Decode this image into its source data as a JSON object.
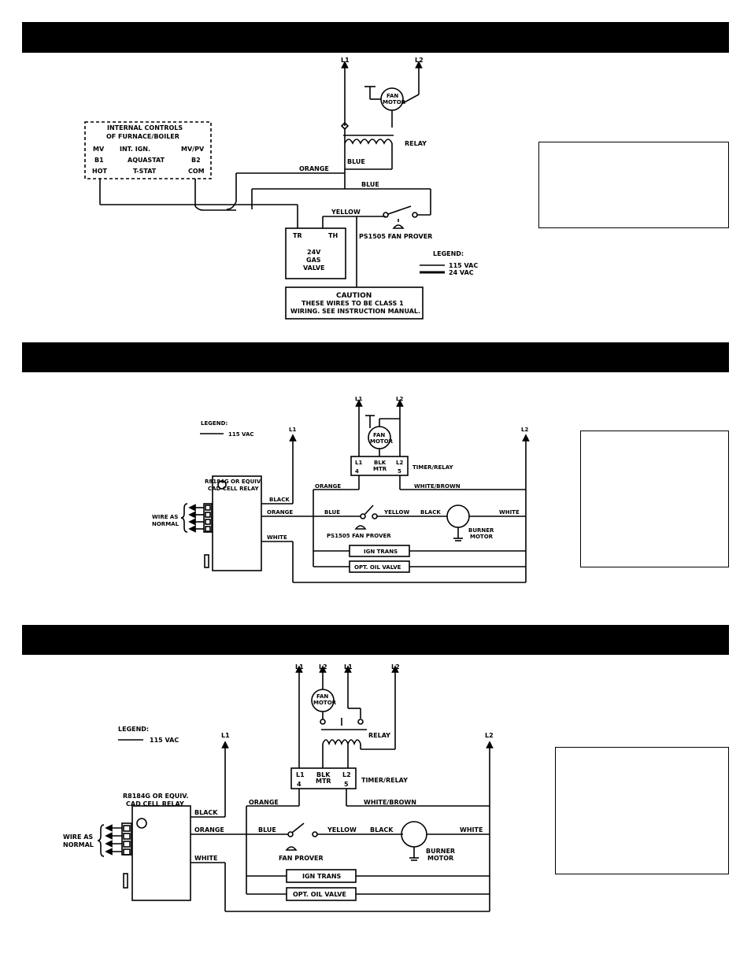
{
  "d1": {
    "l1": "L1",
    "l2": "L2",
    "fan": [
      "FAN",
      "MOTOR"
    ],
    "relay": "RELAY",
    "internal": [
      "INTERNAL CONTROLS",
      "OF FURNACE/BOILER",
      "MV",
      "INT. IGN.",
      "MV/PV",
      "B1",
      "AQUASTAT",
      "B2",
      "HOT",
      "T-STAT",
      "COM"
    ],
    "orange": "ORANGE",
    "blue1": "BLUE",
    "blue2": "BLUE",
    "yellow": "YELLOW",
    "valve": [
      "TR",
      "TH",
      "24V",
      "GAS",
      "VALVE"
    ],
    "prover": "PS1505 FAN PROVER",
    "legend": [
      "LEGEND:",
      "115 VAC",
      "24 VAC"
    ],
    "caution": [
      "CAUTION",
      "THESE WIRES TO BE CLASS 1",
      "WIRING. SEE INSTRUCTION MANUAL."
    ]
  },
  "d2": {
    "legend": [
      "LEGEND:",
      "115 VAC"
    ],
    "l1a": "L1",
    "l1b": "L1",
    "l2a": "L2",
    "l2b": "L2",
    "fan": [
      "FAN",
      "MOTOR"
    ],
    "timer": [
      "L1",
      "BLK",
      "MTR",
      "L2",
      "4",
      "5",
      "TIMER/RELAY"
    ],
    "relay": [
      "R8184G OR EQUIV.",
      "CAD CELL RELAY"
    ],
    "wire": [
      "WIRE AS",
      "NORMAL"
    ],
    "black": "BLACK",
    "orange": "ORANGE",
    "orange2": "ORANGE",
    "white": "WHITE",
    "wb": "WHITE/BROWN",
    "blue": "BLUE",
    "yellow": "YELLOW",
    "black2": "BLACK",
    "white2": "WHITE",
    "prover": "PS1505 FAN PROVER",
    "burner": [
      "BURNER",
      "MOTOR"
    ],
    "ign": "IGN TRANS",
    "oil": "OPT. OIL VALVE"
  },
  "d3": {
    "legend": [
      "LEGEND:",
      "115 VAC"
    ],
    "top": [
      "L1",
      "L2",
      "L1",
      "L2"
    ],
    "l1": "L1",
    "l2": "L2",
    "fan": [
      "FAN",
      "MOTOR"
    ],
    "relay": "RELAY",
    "timer": [
      "L1",
      "BLK",
      "MTR",
      "L2",
      "4",
      "5",
      "TIMER/RELAY"
    ],
    "cad": [
      "R8184G OR EQUIV.",
      "CAD CELL RELAY"
    ],
    "wire": [
      "WIRE AS",
      "NORMAL"
    ],
    "black": "BLACK",
    "orange": "ORANGE",
    "orange2": "ORANGE",
    "white": "WHITE",
    "wb": "WHITE/BROWN",
    "blue": "BLUE",
    "yellow": "YELLOW",
    "black2": "BLACK",
    "white2": "WHITE",
    "prover": "FAN PROVER",
    "burner": [
      "BURNER",
      "MOTOR"
    ],
    "ign": "IGN TRANS",
    "oil": "OPT. OIL VALVE"
  }
}
